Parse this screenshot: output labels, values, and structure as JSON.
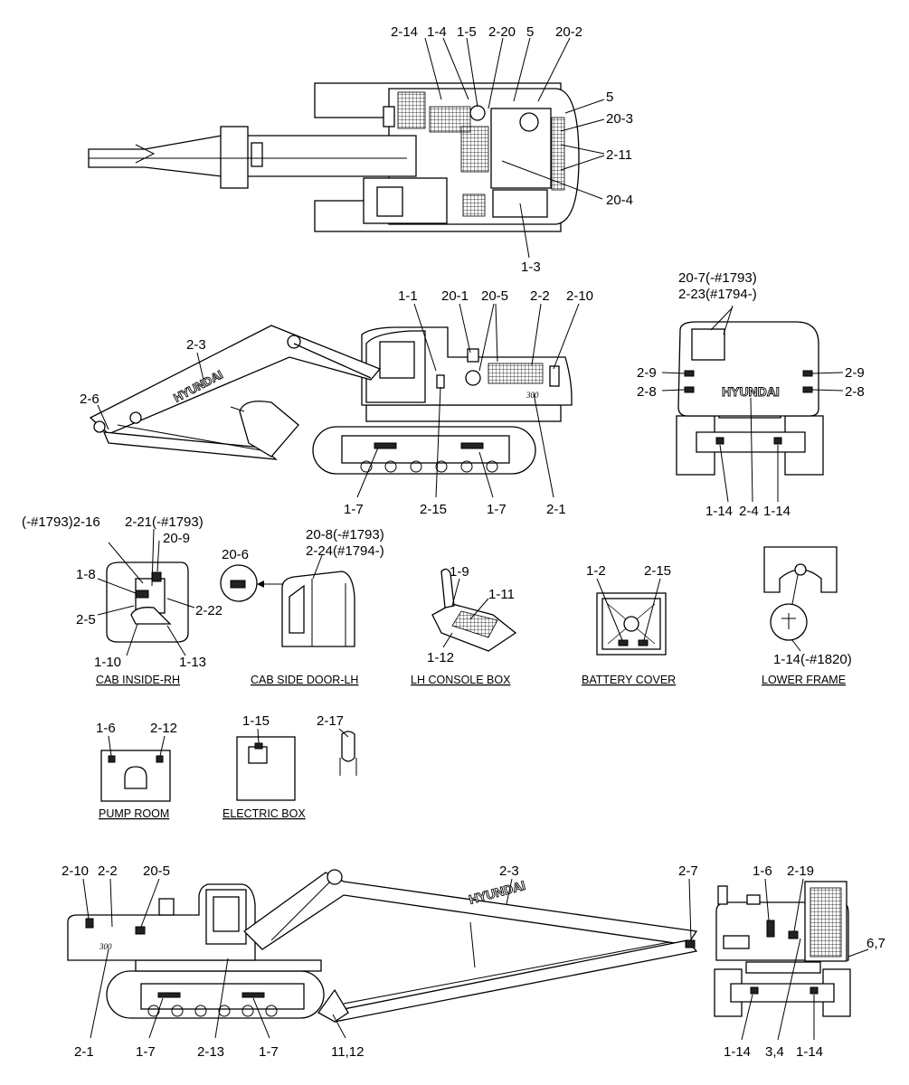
{
  "brand": "HYUNDAI",
  "captions": {
    "cab_inside": "CAB INSIDE-RH",
    "cab_door": "CAB SIDE DOOR-LH",
    "console": "LH CONSOLE BOX",
    "battery": "BATTERY COVER",
    "lower_frame": "LOWER FRAME",
    "pump_room": "PUMP ROOM",
    "electric_box": "ELECTRIC BOX"
  },
  "labels": {
    "top": {
      "l2_14": "2-14",
      "l1_4": "1-4",
      "l1_5": "1-5",
      "l2_20": "2-20",
      "l5a": "5",
      "l20_2": "20-2",
      "l5b": "5",
      "l20_3": "20-3",
      "l2_11": "2-11",
      "l20_4": "20-4",
      "l1_3": "1-3"
    },
    "side": {
      "l1_1": "1-1",
      "l20_1": "20-1",
      "l20_5": "20-5",
      "l2_2": "2-2",
      "l2_10": "2-10",
      "l2_3": "2-3",
      "l2_6": "2-6",
      "l1_7a": "1-7",
      "l2_15": "2-15",
      "l1_7b": "1-7",
      "l2_1": "2-1"
    },
    "rear": {
      "l20_7": "20-7(-#1793)",
      "l2_23": "2-23(#1794-)",
      "l2_9a": "2-9",
      "l2_9b": "2-9",
      "l2_8a": "2-8",
      "l2_8b": "2-8",
      "l1_14a": "1-14",
      "l2_4": "2-4",
      "l1_14b": "1-14"
    },
    "cab": {
      "l2_16": "(-#1793)2-16",
      "l2_21": "2-21(-#1793)",
      "l20_9": "20-9",
      "l1_8": "1-8",
      "l2_5": "2-5",
      "l2_22": "2-22",
      "l1_10": "1-10",
      "l1_13": "1-13"
    },
    "door": {
      "l20_8": "20-8(-#1793)",
      "l2_24": "2-24(#1794-)",
      "l20_6": "20-6"
    },
    "console": {
      "l1_9": "1-9",
      "l1_11": "1-11",
      "l1_12": "1-12"
    },
    "battery": {
      "l1_2": "1-2",
      "l2_15": "2-15"
    },
    "lower": {
      "l1_14": "1-14(-#1820)"
    },
    "pump": {
      "l1_6": "1-6",
      "l2_12": "2-12"
    },
    "ebox": {
      "l1_15": "1-15",
      "l2_17": "2-17"
    },
    "bottom": {
      "l2_10": "2-10",
      "l2_2": "2-2",
      "l20_5": "20-5",
      "l2_3": "2-3",
      "l2_7": "2-7",
      "l2_1": "2-1",
      "l1_7a": "1-7",
      "l2_13": "2-13",
      "l1_7b": "1-7",
      "l11_12": "11,12"
    },
    "brear": {
      "l1_6": "1-6",
      "l2_19": "2-19",
      "l6_7": "6,7",
      "l1_14a": "1-14",
      "l3_4": "3,4",
      "l1_14b": "1-14"
    }
  }
}
